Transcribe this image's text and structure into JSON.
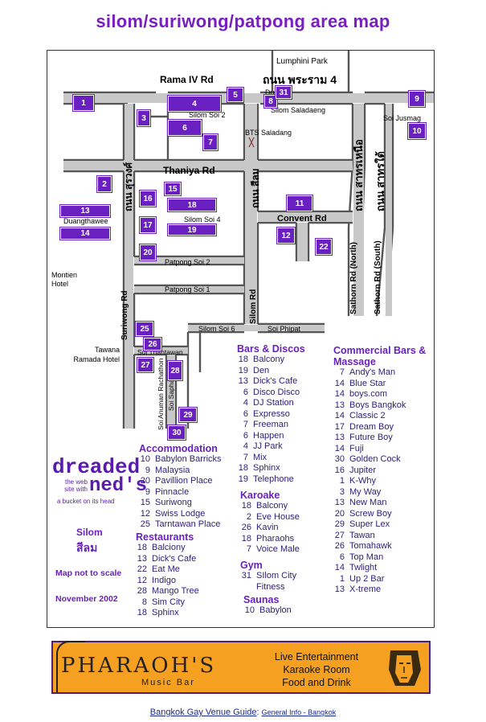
{
  "title": "silom/suriwong/patpong area map",
  "map": {
    "labels": {
      "lumphini": "Lumphini Park",
      "rama4": "Rama IV Rd",
      "rama4_thai": "ถนน พระราม 4",
      "silom_soi2": "Silom Soi 2",
      "silom_saladaeng": "Silom Saladaeng",
      "soi_jusmag": "Soi Jusmag",
      "dusit": "Dusit",
      "bts": "BTS Saladang",
      "thaniya": "Thaniya Rd",
      "suriwong_thai": "ถนน สุรวงศ์",
      "silom_thai": "ถนน สีลม",
      "sathorn_n_thai": "ถนน สาทรเหนือ",
      "sathorn_s_thai": "ถนน สาทรใต้",
      "duangthawee": "Duangthawee",
      "silom_soi4": "Silom Soi 4",
      "convent": "Convent Rd",
      "montien": "Montien Hotel",
      "patpong2": "Patpong Soi 2",
      "patpong1": "Patpong Soi 1",
      "suriwong_rd": "Suriwong Rd",
      "silom_rd": "Silom Rd",
      "sathorn_n": "Sathorn Rd (North)",
      "sathorn_s": "Sathorn Rd (South)",
      "silom_soi6": "Silom Soi 6",
      "soi_phipat": "Soi Phipat",
      "tawana": "Tawana Ramada Hotel",
      "soi_thantawan": "Soi Thantawan",
      "soi_saphadon": "Soi Saphadon",
      "soi_anuman": "Soi Anuman Rachathon"
    },
    "markers": [
      "1",
      "2",
      "3",
      "4",
      "5",
      "6",
      "7",
      "8",
      "9",
      "10",
      "11",
      "12",
      "13",
      "14",
      "15",
      "16",
      "17",
      "18",
      "19",
      "20",
      "22",
      "25",
      "26",
      "27",
      "28",
      "29",
      "30",
      "31"
    ],
    "accommodation": {
      "title": "Accommodation",
      "items": [
        {
          "n": "10",
          "name": "Babylon Barricks"
        },
        {
          "n": "9",
          "name": "Malaysia"
        },
        {
          "n": "20",
          "name": "Pavillion Place"
        },
        {
          "n": "9",
          "name": "Pinnacle"
        },
        {
          "n": "15",
          "name": "Suriwong"
        },
        {
          "n": "12",
          "name": "Swiss Lodge"
        },
        {
          "n": "25",
          "name": "Tarntawan Place"
        }
      ]
    },
    "restaurants": {
      "title": "Restaurants",
      "items": [
        {
          "n": "18",
          "name": "Balciony"
        },
        {
          "n": "13",
          "name": "Dick's Cafe"
        },
        {
          "n": "22",
          "name": "Eat Me"
        },
        {
          "n": "12",
          "name": "Indigo"
        },
        {
          "n": "28",
          "name": "Mango Tree"
        },
        {
          "n": "8",
          "name": "Sim City"
        },
        {
          "n": "18",
          "name": "Sphinx"
        }
      ]
    },
    "bars": {
      "title": "Bars & Discos",
      "items": [
        {
          "n": "18",
          "name": "Balcony"
        },
        {
          "n": "19",
          "name": "Den"
        },
        {
          "n": "13",
          "name": "Dick's Cafe"
        },
        {
          "n": "6",
          "name": "Disco Disco"
        },
        {
          "n": "4",
          "name": "DJ Station"
        },
        {
          "n": "6",
          "name": "Expresso"
        },
        {
          "n": "7",
          "name": "Freeman"
        },
        {
          "n": "6",
          "name": "Happen"
        },
        {
          "n": "4",
          "name": "JJ Park"
        },
        {
          "n": "7",
          "name": "Mix"
        },
        {
          "n": "18",
          "name": "Sphinx"
        },
        {
          "n": "19",
          "name": "Telephone"
        }
      ]
    },
    "karaoke": {
      "title": "Karoake",
      "items": [
        {
          "n": "18",
          "name": "Balcony"
        },
        {
          "n": "2",
          "name": "Eve House"
        },
        {
          "n": "26",
          "name": "Kavin"
        },
        {
          "n": "18",
          "name": "Pharaohs"
        },
        {
          "n": "7",
          "name": "Voice Male"
        }
      ]
    },
    "gym": {
      "title": "Gym",
      "items": [
        {
          "n": "31",
          "name": "SIlom City"
        },
        {
          "n": "",
          "name": "Fitness"
        }
      ]
    },
    "saunas": {
      "title": "Saunas",
      "items": [
        {
          "n": "10",
          "name": "Babylon"
        }
      ]
    },
    "commercial": {
      "title": "Commercial Bars & Massage",
      "items": [
        {
          "n": "7",
          "name": "Andy's Man"
        },
        {
          "n": "14",
          "name": "Blue Star"
        },
        {
          "n": "14",
          "name": "boys.com"
        },
        {
          "n": "13",
          "name": "Boys Bangkok"
        },
        {
          "n": "14",
          "name": "Classic 2"
        },
        {
          "n": "17",
          "name": "Dream Boy"
        },
        {
          "n": "13",
          "name": "Future Boy"
        },
        {
          "n": "14",
          "name": "Fuji"
        },
        {
          "n": "30",
          "name": "Golden Cock"
        },
        {
          "n": "16",
          "name": "Jupiter"
        },
        {
          "n": "1",
          "name": "K-Why"
        },
        {
          "n": "3",
          "name": "My Way"
        },
        {
          "n": "13",
          "name": "New Man"
        },
        {
          "n": "20",
          "name": "Screw Boy"
        },
        {
          "n": "29",
          "name": "Super Lex"
        },
        {
          "n": "27",
          "name": "Tawan"
        },
        {
          "n": "26",
          "name": "Tomahawk"
        },
        {
          "n": "6",
          "name": "Top Man"
        },
        {
          "n": "14",
          "name": "Twlight"
        },
        {
          "n": "1",
          "name": "Up 2 Bar"
        },
        {
          "n": "13",
          "name": "X-treme"
        }
      ]
    },
    "logo": {
      "line1": "dreaded",
      "line2": "ned's",
      "small1": "the web",
      "small2": "site with",
      "small3": "a bucket on its head"
    },
    "silom_en": "Silom",
    "silom_th": "สีลม",
    "scale_note": "Map not to scale",
    "date": "November 2002"
  },
  "banner": {
    "brand": "PHARAOH'S",
    "sub": "Music Bar",
    "lines": [
      "Live Entertainment",
      "Karaoke Room",
      "Food and Drink"
    ]
  },
  "footer": {
    "link1": "Bangkok Gay Venue Guide",
    "sep": ":",
    "link2": "General Info - Bangkok"
  },
  "colors": {
    "accent": "#6a20c0",
    "road": "#b0b0b0",
    "banner": "#f5a020"
  }
}
